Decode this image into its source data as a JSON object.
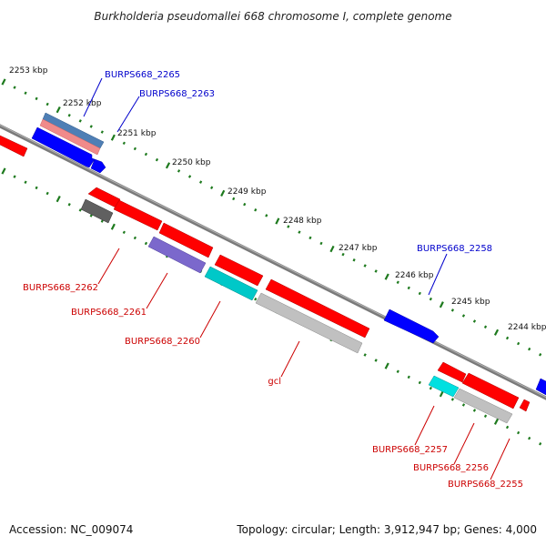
{
  "title": "Burkholderia pseudomallei 668 chromosome I, complete genome",
  "footer": {
    "accession": "Accession: NC_009074",
    "topology": "Topology: circular; Length: 3,912,947 bp; Genes: 4,000"
  },
  "colors": {
    "backbone": "#808080",
    "tick": "#1e7a1e",
    "cds_forward": "#0000ff",
    "cds_reverse": "#ff0000",
    "label_forward": "#0000cc",
    "label_reverse": "#cc0000"
  },
  "scale_labels": [
    "2253 kbp",
    "2252 kbp",
    "2251 kbp",
    "2250 kbp",
    "2249 kbp",
    "2248 kbp",
    "2247 kbp",
    "2246 kbp",
    "2245 kbp",
    "2244 kbp"
  ],
  "gene_labels": {
    "forward": [
      "BURPS668_2265",
      "BURPS668_2263",
      "BURPS668_2258"
    ],
    "reverse": [
      "BURPS668_2262",
      "BURPS668_2261",
      "BURPS668_2260",
      "gcl",
      "BURPS668_2257",
      "BURPS668_2256",
      "BURPS668_2255"
    ]
  }
}
